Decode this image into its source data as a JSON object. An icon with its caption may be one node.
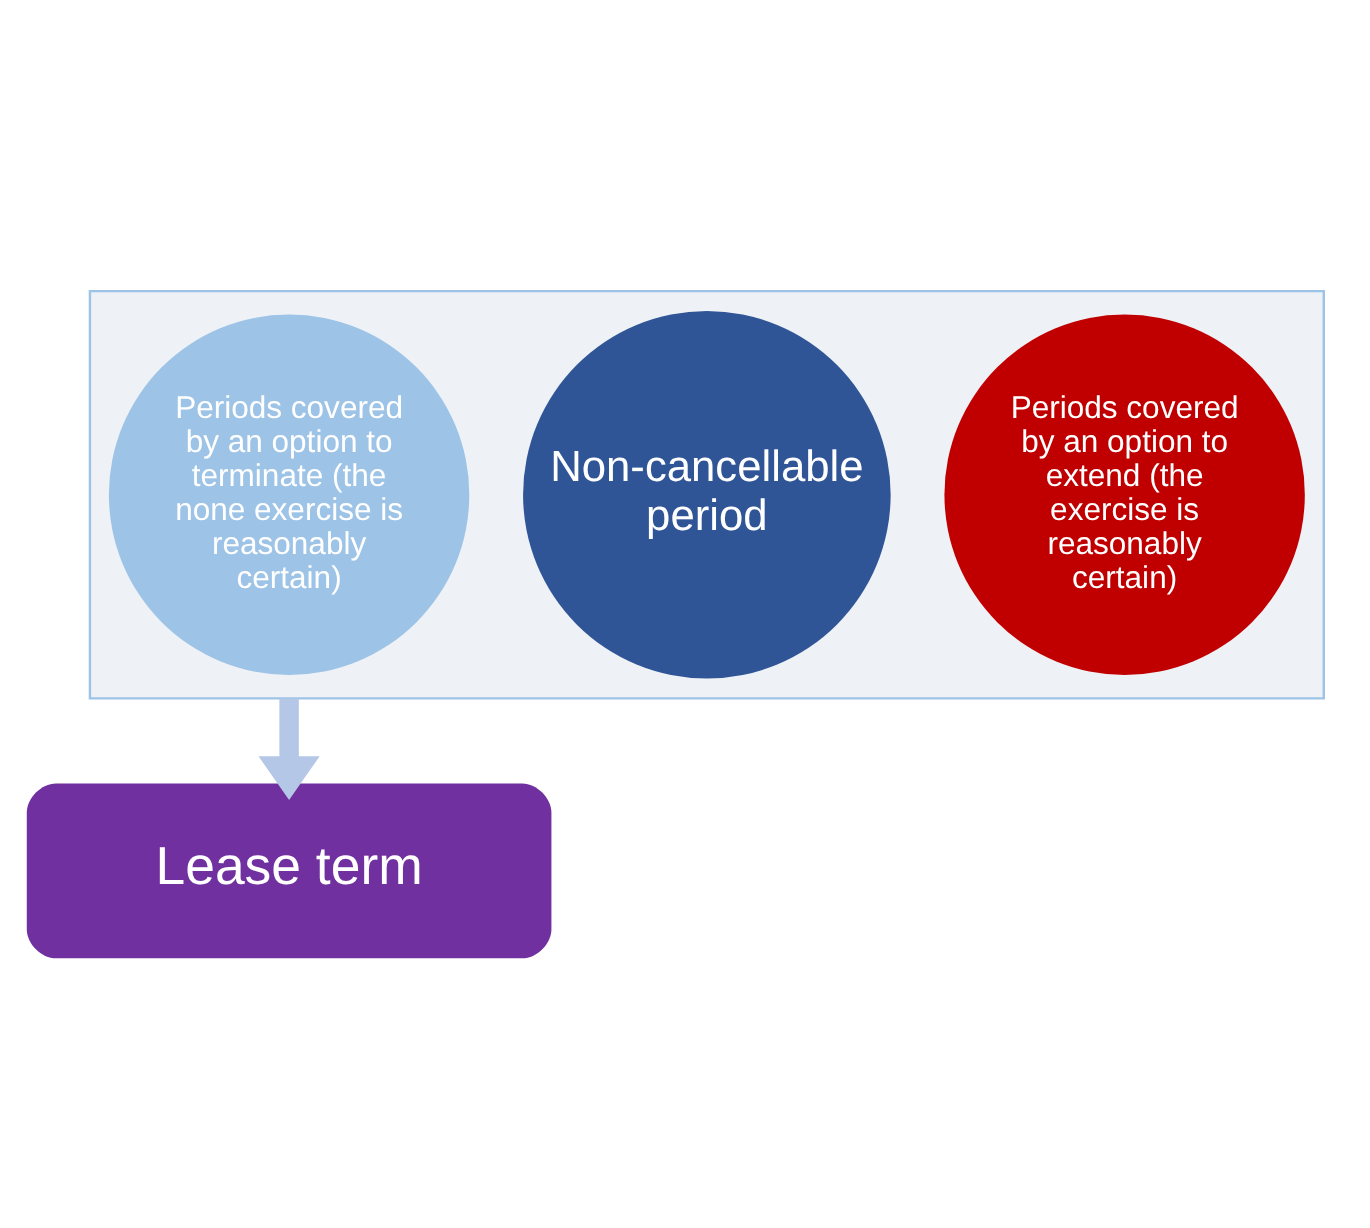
{
  "diagram": {
    "nodes": [
      {
        "text": [],
        "shape": "funnel"
      },
      {
        "text": [
          "Periods covered by an option to extend (the exercise is reasonably certain)"
        ],
        "in": 0
      },
      {
        "text": [
          "Non-cancellable period"
        ],
        "in": 0
      },
      {
        "text": [
          "Periods covered by an option to terminate (the none exercise is reasonably certain)"
        ],
        "in": 0
      },
      {
        "text": [
          "Lease term"
        ]
      }
    ],
    "edges": [
      {
        "from": 0,
        "to": 4,
        "arrow": "to"
      }
    ]
  }
}
